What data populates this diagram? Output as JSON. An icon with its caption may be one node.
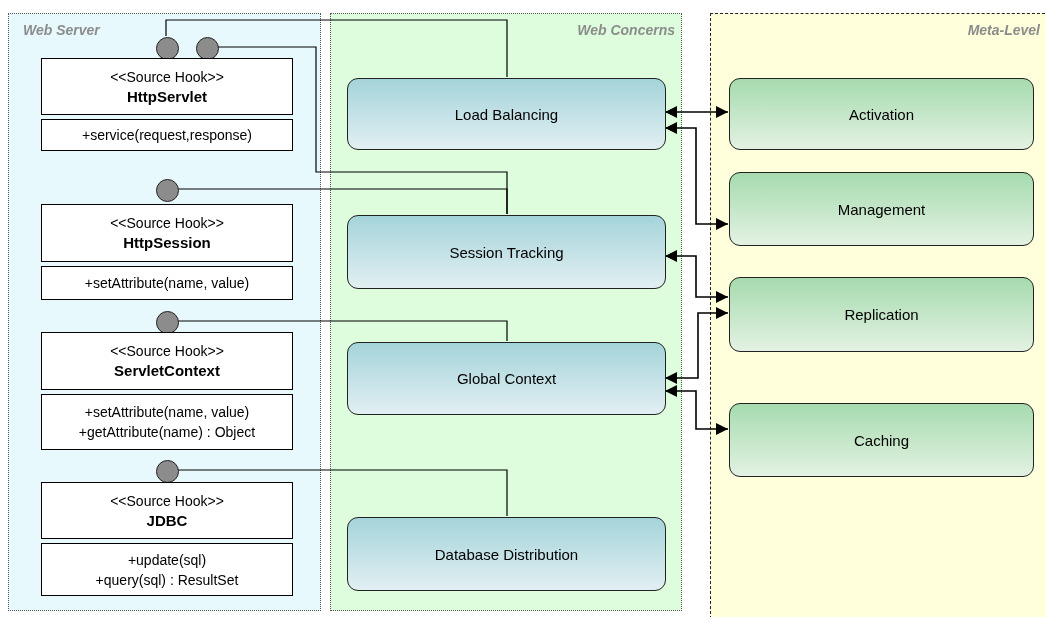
{
  "diagram": {
    "nodes": [
      {
        "text": [
          "Web Server"
        ]
      },
      {
        "text": [
          "Web Concerns"
        ]
      },
      {
        "text": [
          "Meta-Level"
        ]
      },
      {
        "text": [],
        "shape": "circle",
        "in": 0
      },
      {
        "text": [],
        "shape": "circle",
        "in": 0
      },
      {
        "text": [
          "<<Source Hook>>",
          "HttpServlet",
          "+service(request,response)"
        ],
        "in": 0
      },
      {
        "text": [],
        "shape": "circle",
        "in": 0
      },
      {
        "text": [
          "<<Source Hook>>",
          "HttpSession",
          "+setAttribute(name, value)"
        ],
        "in": 0
      },
      {
        "text": [],
        "shape": "circle",
        "in": 0
      },
      {
        "text": [
          "<<Source Hook>>",
          "ServletContext",
          "+setAttribute(name, value)",
          "+getAttribute(name) : Object"
        ],
        "in": 0
      },
      {
        "text": [],
        "shape": "circle",
        "in": 0
      },
      {
        "text": [
          "<<Source Hook>>",
          "JDBC",
          "+update(sql)",
          "+query(sql) : ResultSet"
        ],
        "in": 0
      },
      {
        "text": [
          "Load Balancing"
        ],
        "in": 1
      },
      {
        "text": [
          "Session Tracking"
        ],
        "in": 1
      },
      {
        "text": [
          "Global Context"
        ],
        "in": 1
      },
      {
        "text": [
          "Database Distribution"
        ],
        "in": 1
      },
      {
        "text": [
          "Activation"
        ],
        "in": 2
      },
      {
        "text": [
          "Management"
        ],
        "in": 2
      },
      {
        "text": [
          "Replication"
        ],
        "in": 2
      },
      {
        "text": [
          "Caching"
        ],
        "in": 2
      }
    ],
    "edges": [
      {
        "from": 3,
        "to": 12,
        "arrow": "none"
      },
      {
        "from": 4,
        "to": 13,
        "arrow": "none"
      },
      {
        "from": 6,
        "to": 13,
        "arrow": "none"
      },
      {
        "from": 8,
        "to": 14,
        "arrow": "none"
      },
      {
        "from": 10,
        "to": 15,
        "arrow": "none"
      },
      {
        "from": 12,
        "to": 16,
        "arrow": "both"
      },
      {
        "from": 12,
        "to": 17,
        "arrow": "both"
      },
      {
        "from": 13,
        "to": 18,
        "arrow": "both"
      },
      {
        "from": 14,
        "to": 18,
        "arrow": "both"
      },
      {
        "from": 14,
        "to": 19,
        "arrow": "both"
      }
    ]
  }
}
